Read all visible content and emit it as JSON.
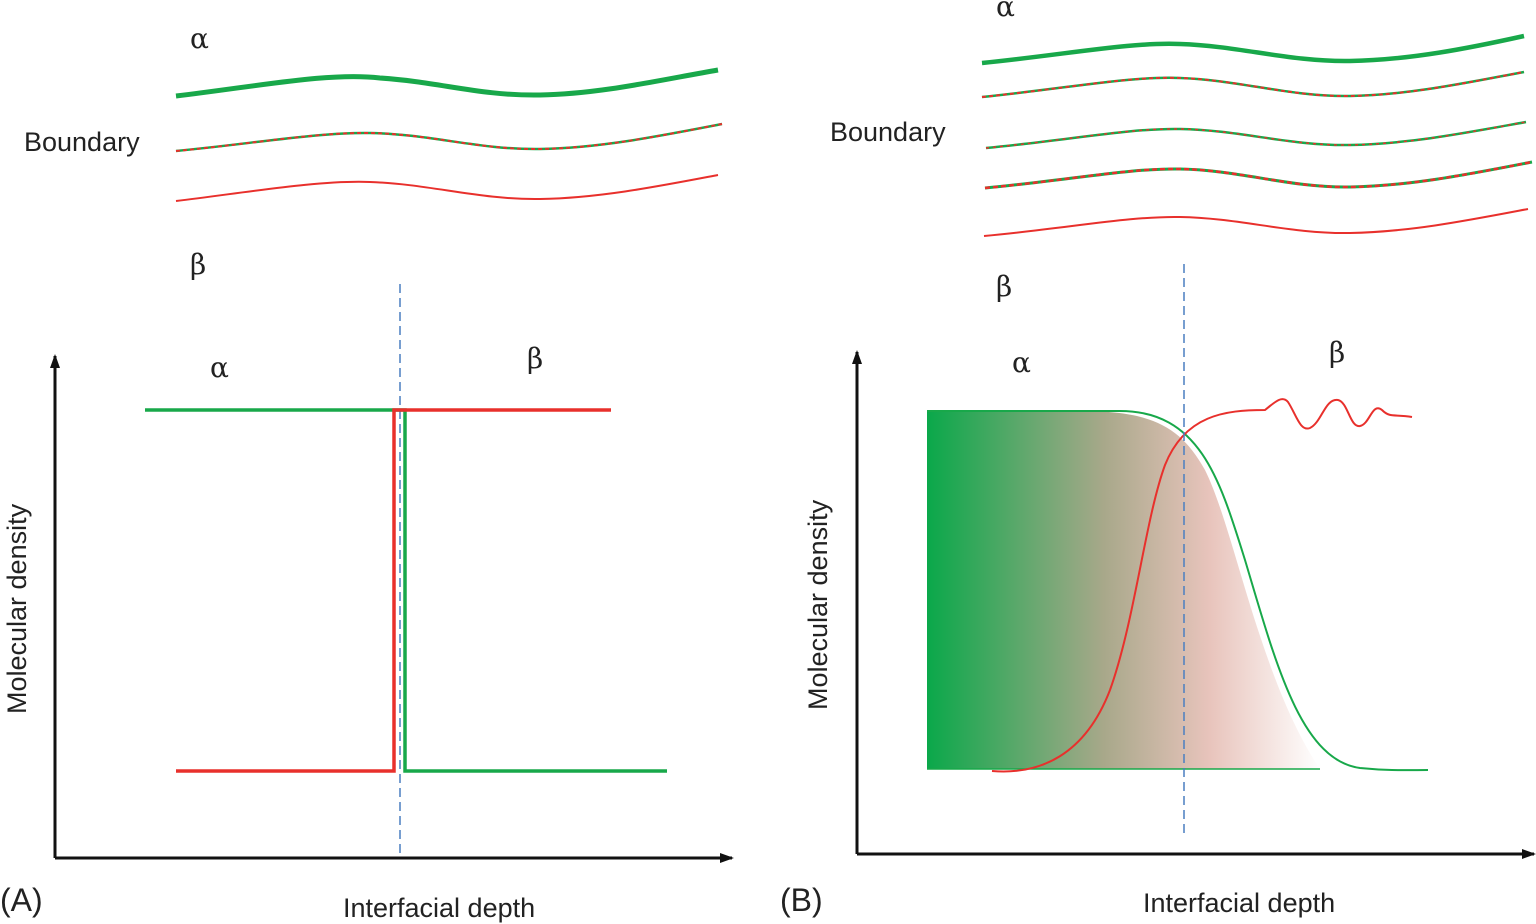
{
  "panel_a": {
    "label": "(A)",
    "top_alpha": "α",
    "boundary": "Boundary",
    "top_beta": "β",
    "plot_alpha": "α",
    "plot_beta": "β",
    "ylabel": "Molecular density",
    "xlabel": "Interfacial depth"
  },
  "panel_b": {
    "label": "(B)",
    "top_alpha": "α",
    "boundary": "Boundary",
    "top_beta": "β",
    "plot_alpha": "α",
    "plot_beta": "β",
    "ylabel": "Molecular density",
    "xlabel": "Interfacial depth"
  },
  "colors": {
    "alpha_phase": "#18a84a",
    "beta_phase": "#e8302c",
    "interface_line": "#4a7fc1",
    "axis": "#111111"
  }
}
